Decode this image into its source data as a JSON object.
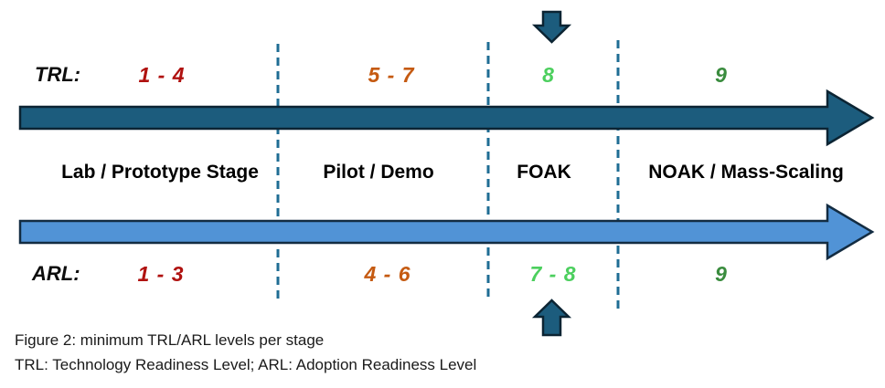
{
  "figure": {
    "trl_row_label": "TRL:",
    "arl_row_label": "ARL:",
    "stages": [
      {
        "name": "Lab / Prototype Stage",
        "trl": "1 - 4",
        "arl": "1 - 3",
        "level_color": "#b01210"
      },
      {
        "name": "Pilot / Demo",
        "trl": "5 - 7",
        "arl": "4 - 6",
        "level_color": "#c55a11"
      },
      {
        "name": "FOAK",
        "trl": "8",
        "arl": "7 - 8",
        "level_color": "#4ccf5e"
      },
      {
        "name": "NOAK / Mass-Scaling",
        "trl": "9",
        "arl": "9",
        "level_color": "#3a8c3e"
      }
    ],
    "caption_line1": "Figure 2: minimum TRL/ARL levels per stage",
    "caption_line2": "TRL: Technology Readiness Level;  ARL: Adoption Readiness Level",
    "colors": {
      "trl_arrow_fill": "#1c5c7d",
      "trl_arrow_border": "#0c2433",
      "arl_arrow_fill": "#5193d6",
      "arl_arrow_border": "#132c42",
      "divider_line": "#1f6d94",
      "marker_arrow_fill": "#1c5c7d"
    }
  }
}
